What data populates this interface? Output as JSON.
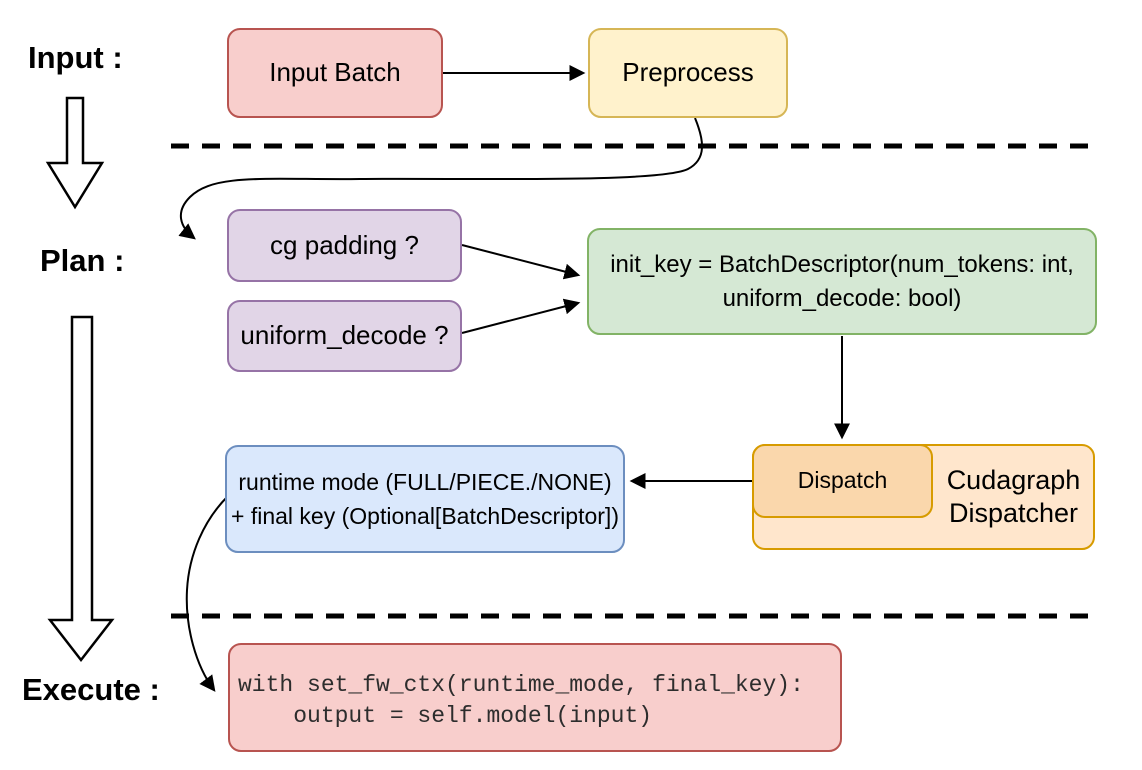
{
  "stage_labels": {
    "input": "Input :",
    "plan": "Plan :",
    "execute": "Execute :"
  },
  "nodes": {
    "input_batch": {
      "label": "Input Batch"
    },
    "preprocess": {
      "label": "Preprocess"
    },
    "cg_padding": {
      "label": "cg padding ?"
    },
    "uniform_decode": {
      "label": "uniform_decode ?"
    },
    "init_key": {
      "line1": "init_key = BatchDescriptor(num_tokens: int,",
      "line2": "uniform_decode: bool)"
    },
    "runtime_mode": {
      "line1": "runtime mode (FULL/PIECE./NONE)",
      "line2": "+ final key (Optional[BatchDescriptor])"
    },
    "dispatch": {
      "label": "Dispatch"
    },
    "cudagraph_dispatcher": {
      "line1": "Cudagraph",
      "line2": "Dispatcher"
    },
    "execute_code": {
      "line1": "with set_fw_ctx(runtime_mode, final_key):",
      "line2": "    output = self.model(input)"
    }
  },
  "colors": {
    "red_fill": "#f8cecc",
    "red_stroke": "#b85450",
    "yellow_fill": "#fff2cc",
    "yellow_stroke": "#d6b656",
    "purple_fill": "#e1d5e7",
    "purple_stroke": "#9673a6",
    "green_fill": "#d5e8d4",
    "green_stroke": "#82b366",
    "blue_fill": "#dae8fc",
    "blue_stroke": "#6c8ebf",
    "orange_outer_fill": "#ffe6cc",
    "orange_inner_fill": "#fad7ac",
    "orange_stroke": "#d79b00",
    "line_color": "#000000"
  }
}
